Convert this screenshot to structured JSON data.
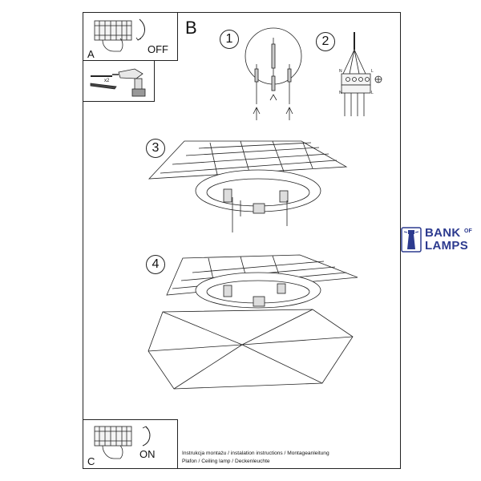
{
  "panels": {
    "a_label": "A",
    "off_label": "OFF",
    "dowel_count": "x2",
    "c_label": "C",
    "on_label": "ON"
  },
  "section": {
    "label": "B",
    "steps": [
      "1",
      "2",
      "3",
      "4"
    ]
  },
  "wiring": {
    "terminals": [
      "N",
      "L",
      "N",
      "L"
    ]
  },
  "caption": {
    "line1": "Instrukcja montażu / instalation instructions / Montageanleitung",
    "line2": "Plafon / Ceiling lamp / Deckenleuchte"
  },
  "logo": {
    "word1": "BANK",
    "word_of": "OF",
    "word2": "LAMPS",
    "color": "#2d3b8f"
  }
}
